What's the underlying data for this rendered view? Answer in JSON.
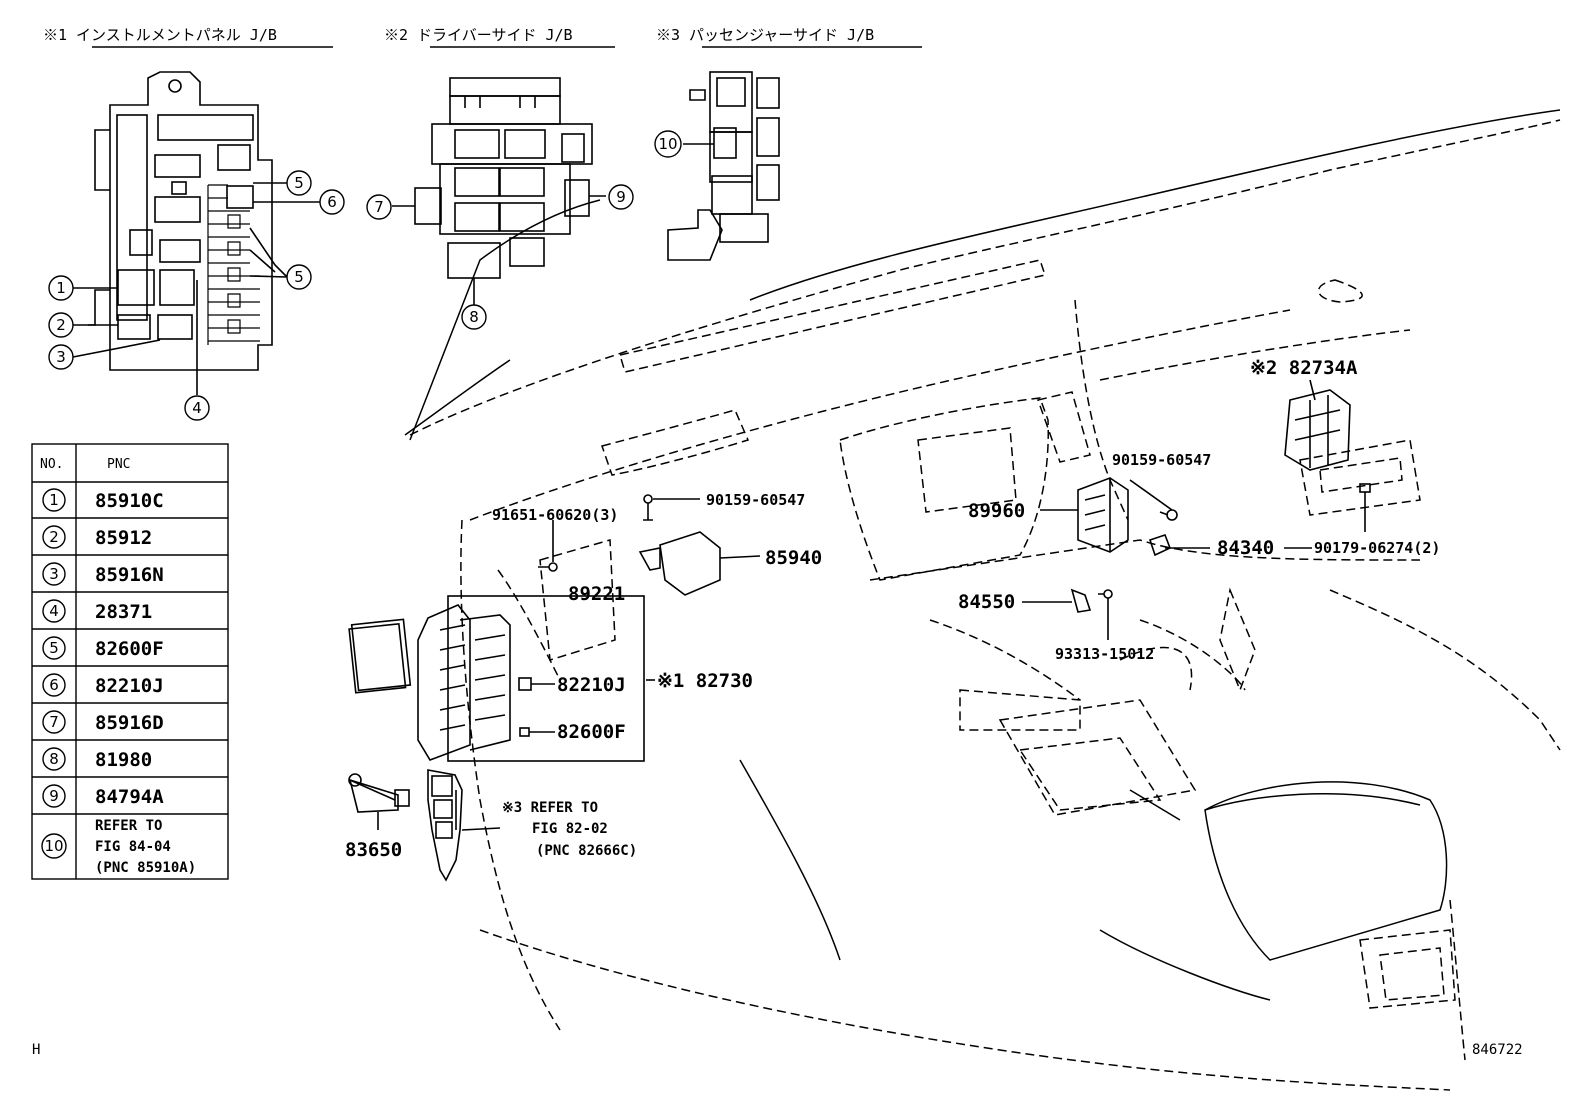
{
  "headers": {
    "h1": "※1 インストルメントパネル J/B",
    "h2": "※2 ドライバーサイド J/B",
    "h3": "※3 パッセンジャーサイド J/B"
  },
  "callouts": [
    "1",
    "2",
    "3",
    "4",
    "5",
    "6",
    "7",
    "8",
    "9",
    "10"
  ],
  "table": {
    "col_no": "NO.",
    "col_pnc": "PNC",
    "rows": [
      {
        "no": "1",
        "pnc": "85910C"
      },
      {
        "no": "2",
        "pnc": "85912"
      },
      {
        "no": "3",
        "pnc": "85916N"
      },
      {
        "no": "4",
        "pnc": "28371"
      },
      {
        "no": "5",
        "pnc": "82600F"
      },
      {
        "no": "6",
        "pnc": "82210J"
      },
      {
        "no": "7",
        "pnc": "85916D"
      },
      {
        "no": "8",
        "pnc": "81980"
      },
      {
        "no": "9",
        "pnc": "84794A"
      },
      {
        "no": "10",
        "ref1": "REFER TO",
        "ref2": "FIG 84-04",
        "ref3": "(PNC 85910A)"
      }
    ]
  },
  "labels": {
    "p82734A": "※2 82734A",
    "p90159b": "90159-60547",
    "p91651": "91651-60620(3)",
    "p90159a": "90159-60547",
    "p89960": "89960",
    "p85940": "85940",
    "p84340": "84340",
    "p90179": "90179-06274(2)",
    "p89221": "89221",
    "p84550": "84550",
    "p93313": "93313-15012",
    "p82210J": "82210J",
    "p82730": "※1 82730",
    "p82600F": "82600F",
    "p83650": "83650",
    "ref_line1": "※3 REFER TO",
    "ref_line2": "FIG 82-02",
    "ref_line3": "(PNC 82666C)"
  },
  "footer": {
    "left": "H",
    "right": "846722"
  }
}
